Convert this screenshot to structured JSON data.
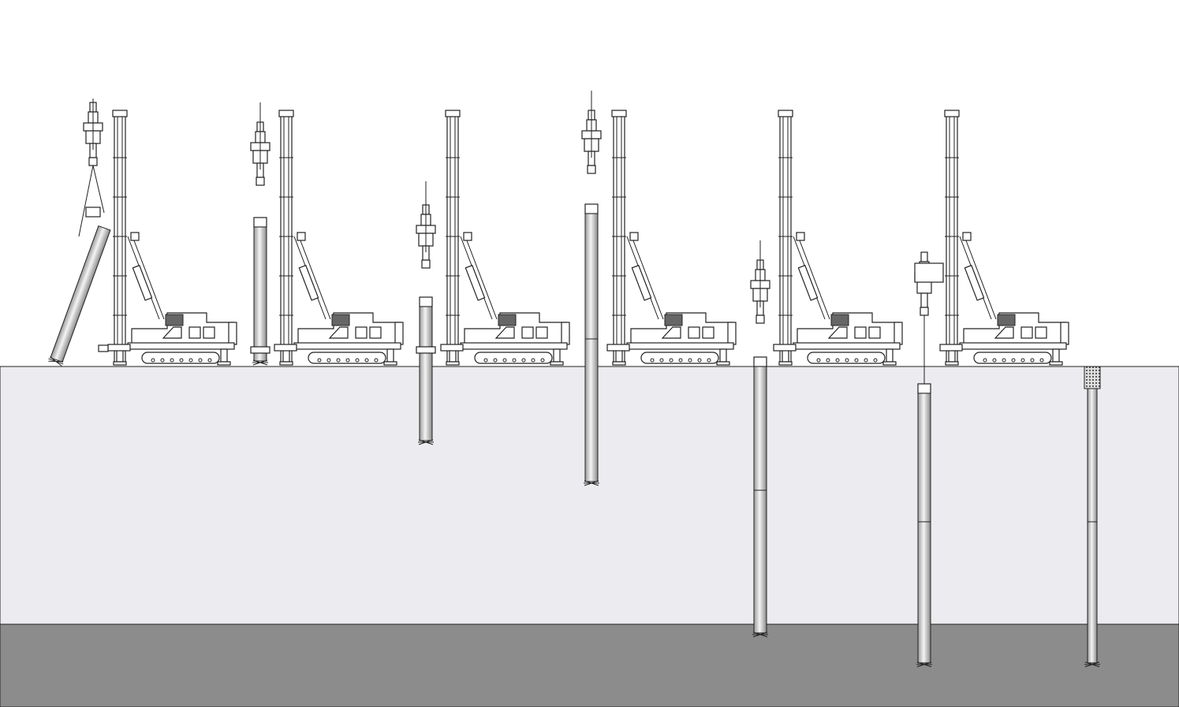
{
  "colors": {
    "sky": "#ffffff",
    "soft_ground": "#ececf0",
    "bearing_layer": "#8c8c8c",
    "line": "#222222",
    "cab_window": "#666666"
  },
  "ground": {
    "soft_layer": "soft-soil",
    "bearing_layer": "bearing-stratum"
  },
  "icons": {
    "rig": "pile-driver-rig-icon",
    "pile": "steel-pile-icon",
    "grout": "grout-filled-pile-top-icon"
  },
  "steps": [
    {
      "id": "step-1",
      "rig_offset": 0,
      "pile": "tilted",
      "depth_fraction": 0.0,
      "joints": 0
    },
    {
      "id": "step-2",
      "rig_offset": 0,
      "pile": "vertical-above",
      "depth_fraction": 0.0,
      "joints": 0
    },
    {
      "id": "step-3",
      "rig_offset": 0,
      "pile": "penetrating",
      "depth_fraction": 0.3,
      "joints": 0
    },
    {
      "id": "step-4",
      "rig_offset": 0,
      "pile": "extended",
      "depth_fraction": 0.45,
      "joints": 1
    },
    {
      "id": "step-5",
      "rig_offset": 0,
      "pile": "driven",
      "depth_fraction": 1.0,
      "joints": 2
    },
    {
      "id": "step-6",
      "rig_offset": 0,
      "pile": "completed",
      "depth_fraction": 1.1,
      "joints": 2
    }
  ]
}
